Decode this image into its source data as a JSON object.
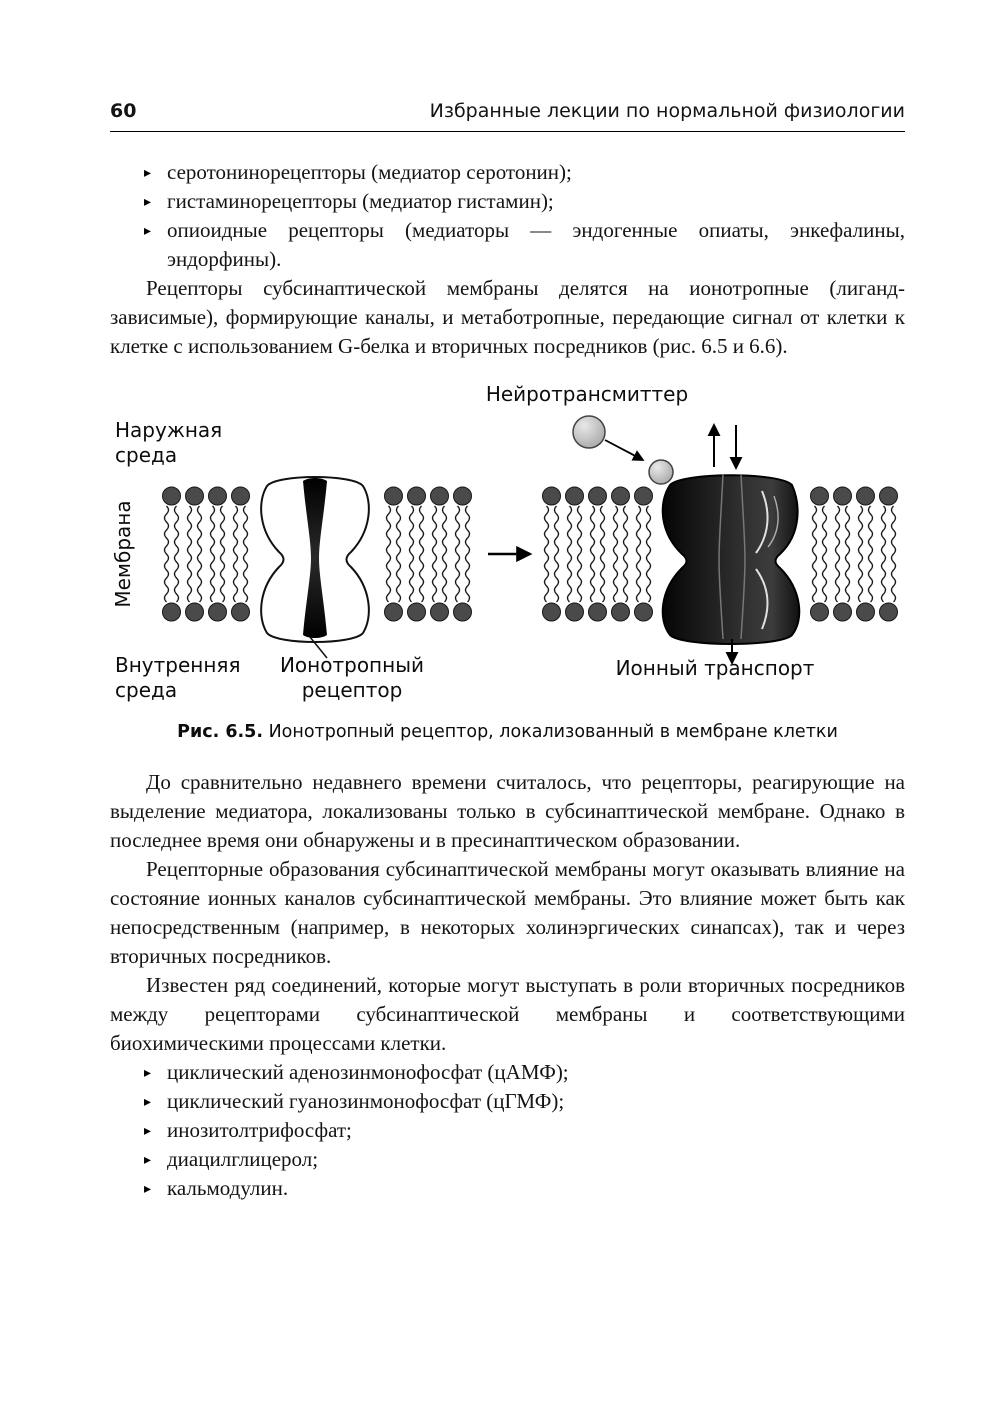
{
  "page": {
    "number": "60",
    "running_title": "Избранные лекции по нормальной физиологии"
  },
  "icons": {
    "bullet": "▸"
  },
  "colors": {
    "ink": "#000000",
    "paper": "#ffffff",
    "lipid_head": "#4a4a4a"
  },
  "receptor_list": {
    "items": [
      "серотонинорецепторы (медиатор серотонин);",
      "гистаминорецепторы (медиатор гистамин);",
      "опиоидные рецепторы (медиаторы — эндогенные опиаты, энкефалины, эндорфины)."
    ]
  },
  "paragraphs": {
    "p1": "Рецепторы субсинаптической мембраны делятся на ионотропные (лиганд-зависимые), формирующие каналы, и метаботропные, передающие сигнал от клетки к клетке с использованием G-белка и вторичных посредников (рис. 6.5 и 6.6).",
    "p2": "До сравнительно недавнего времени считалось, что рецепторы, реагирующие на выделение медиатора, локализованы только в субсинаптической мембране. Однако в последнее время они обнаружены и в пресинаптическом образовании.",
    "p3": "Рецепторные образования субсинаптической мембраны могут оказывать влияние на состояние ионных каналов субсинаптической мембраны. Это влияние может быть как непосредственным (например, в некоторых холинэргических синапсах), так и через вторичных посредников.",
    "p4": "Известен ряд соединений, которые могут выступать в роли вторичных посредников между рецепторами субсинаптической мембраны и соответствующими биохимическими процессами клетки."
  },
  "figure": {
    "labels": {
      "neurotransmitter": "Нейротрансмиттер",
      "outer_env_1": "Наружная",
      "outer_env_2": "среда",
      "membrane": "Мембрана",
      "inner_env_1": "Внутренняя",
      "inner_env_2": "среда",
      "ionotropic_1": "Ионотропный",
      "ionotropic_2": "рецептор",
      "ion_transport": "Ионный транспорт"
    },
    "caption_bold": "Рис. 6.5.",
    "caption_text": "Ионотропный рецептор, локализованный в мембране клетки"
  },
  "messenger_list": {
    "items": [
      "циклический аденозинмонофосфат (цАМФ);",
      "циклический гуанозинмонофосфат (цГМФ);",
      "инозитолтрифосфат;",
      "диацилглицерол;",
      "кальмодулин."
    ]
  }
}
